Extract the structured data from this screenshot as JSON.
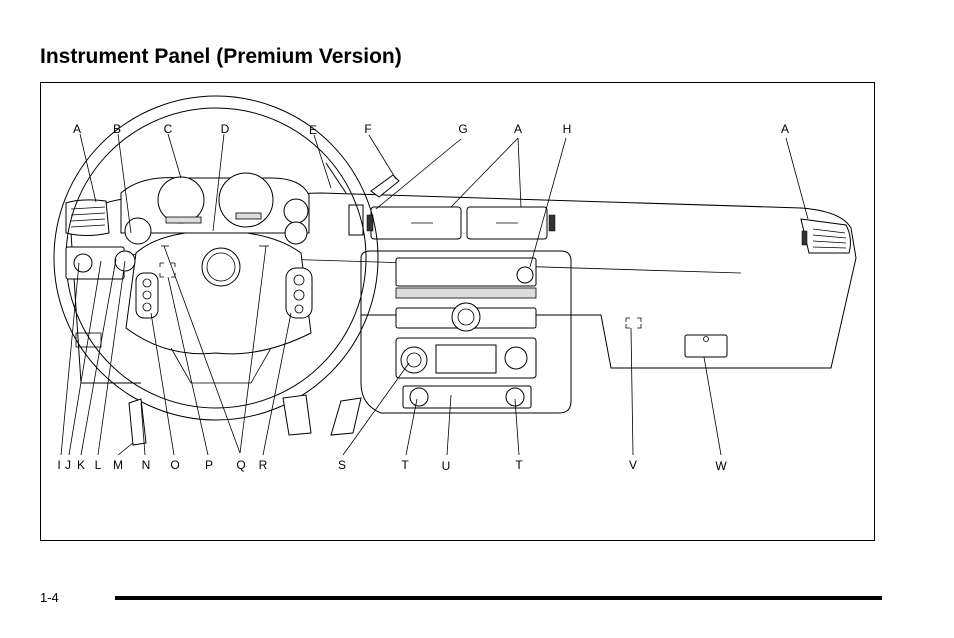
{
  "page": {
    "title": "Instrument Panel (Premium Version)",
    "page_number": "1-4"
  },
  "callouts": {
    "top": [
      "A",
      "B",
      "C",
      "D",
      "E",
      "F",
      "G",
      "A",
      "H",
      "A"
    ],
    "bottom": [
      "I",
      "J",
      "K",
      "L",
      "M",
      "N",
      "O",
      "P",
      "Q",
      "R",
      "S",
      "T",
      "U",
      "T",
      "V",
      "W"
    ]
  }
}
